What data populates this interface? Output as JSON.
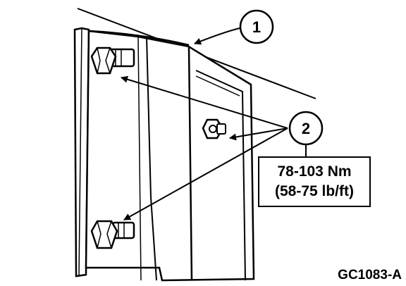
{
  "callouts": [
    {
      "number": "1"
    },
    {
      "number": "2"
    }
  ],
  "torque_spec": {
    "metric": "78-103 Nm",
    "imperial": "(58-75 lb/ft)"
  },
  "figure_code": "GC1083-A",
  "colors": {
    "line": "#000000",
    "background": "#ffffff"
  }
}
